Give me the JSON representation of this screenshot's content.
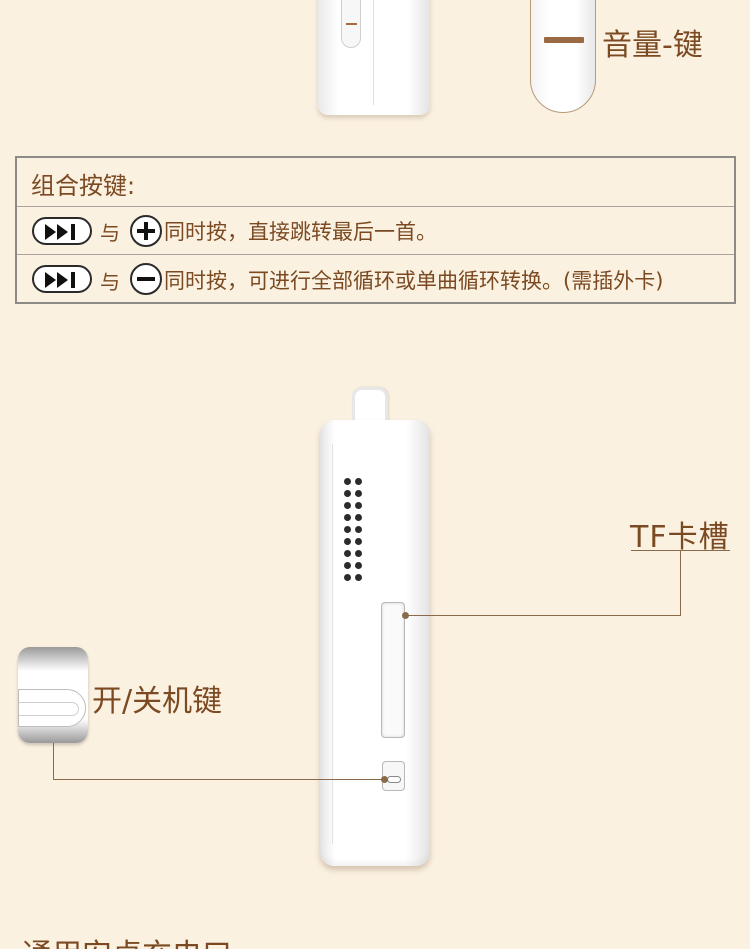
{
  "colors": {
    "background": "#fbf1e1",
    "text_brown": "#7b4a22",
    "table_border": "#8e8a86",
    "accent_bar": "#9a6a42"
  },
  "top": {
    "volume_minus_label": "音量-键"
  },
  "combo": {
    "heading": "组合按键:",
    "rows": [
      {
        "icon1": "next-track-icon",
        "joiner": "与",
        "icon2": "plus-icon",
        "text": "同时按，直接跳转最后一首。"
      },
      {
        "icon1": "next-track-icon",
        "joiner": "与",
        "icon2": "minus-icon",
        "text": "同时按，可进行全部循环或单曲循环转换。(需插外卡)"
      }
    ]
  },
  "device": {
    "tf_label": "TF卡槽",
    "power_label": "开/关机键"
  },
  "bottom": {
    "partial_text": "通用安卓充电口"
  }
}
